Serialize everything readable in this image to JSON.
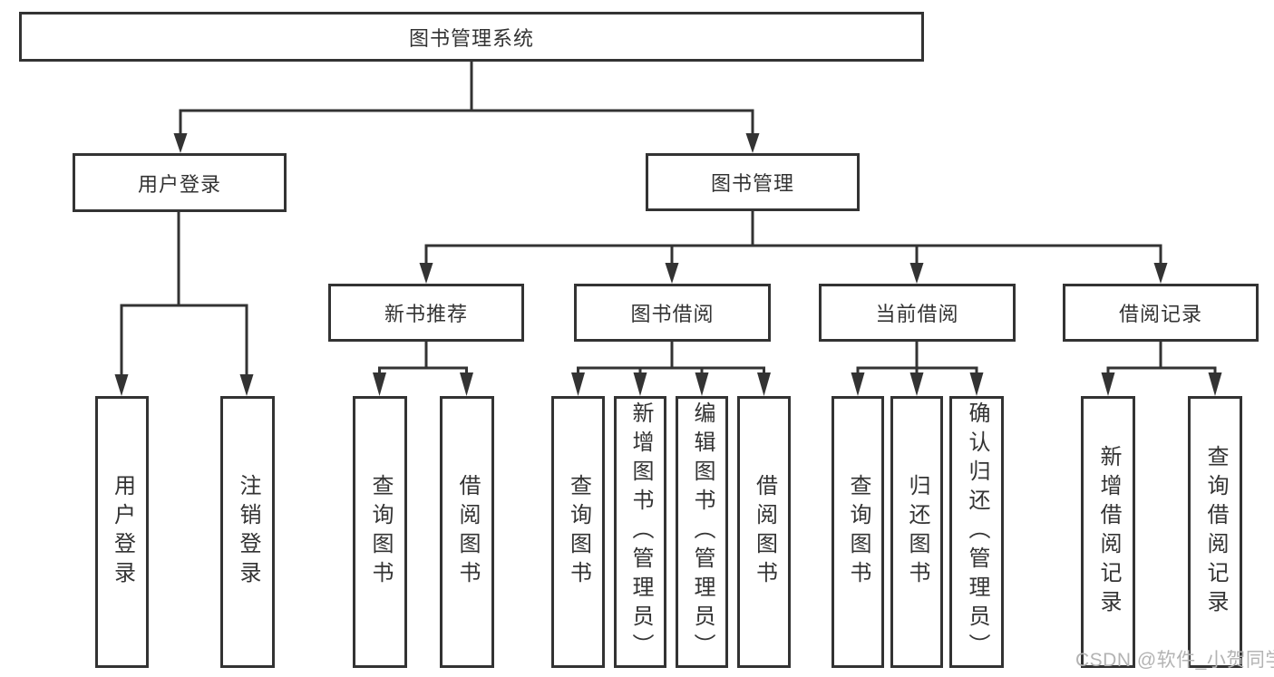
{
  "diagram": {
    "root": {
      "label": "图书管理系统"
    },
    "branches": {
      "user_login": {
        "label": "用户登录",
        "children": [
          "用户登录",
          "注销登录"
        ]
      },
      "book_mgmt": {
        "label": "图书管理",
        "sections": {
          "new_book_rec": {
            "label": "新书推荐",
            "children": [
              "查询图书",
              "借阅图书"
            ]
          },
          "book_borrow": {
            "label": "图书借阅",
            "children": [
              "查询图书",
              "新增图书（管理员）",
              "编辑图书（管理员）",
              "借阅图书"
            ]
          },
          "current_borrow": {
            "label": "当前借阅",
            "children": [
              "查询图书",
              "归还图书",
              "确认归还（管理员）"
            ]
          },
          "borrow_record": {
            "label": "借阅记录",
            "children": [
              "新增借阅记录",
              "查询借阅记录"
            ]
          }
        }
      }
    }
  },
  "watermark": {
    "text": "CSDN @软件_小贺同学"
  },
  "colors": {
    "line": "#333333",
    "box_border": "#333333",
    "text": "#333333",
    "watermark": "#b3b3b3",
    "background": "#ffffff"
  }
}
